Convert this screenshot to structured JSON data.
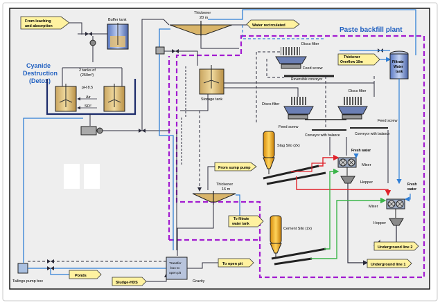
{
  "diagram": {
    "title_plant": "Paste backfill plant",
    "detox_title": [
      "Cyanide",
      "Destruction",
      "(Detox)"
    ],
    "tank_note": [
      "2 tanks of",
      "(250m³)"
    ],
    "ph": "pH 8.5",
    "air": "Air",
    "so2": "SO²",
    "buffer_tank": "Buffer tank",
    "thickener20": [
      "Thickener",
      "20 m"
    ],
    "thickener16": [
      "Thickener",
      "16 m"
    ],
    "storage_tank": "Storage tank",
    "discs_filter": "Discs filter",
    "feed_screw": "Feed screw",
    "reversible_conveyor": "Reversible conveyor",
    "conveyor_balance": "Conveyor with balance",
    "slag_silo": "Slag Silo (2x)",
    "cement_silo": "Cement Silo (2x)",
    "fresh_water": "Fresh water",
    "fresh_water2": [
      "Fresh",
      "water"
    ],
    "mixer": "Mixer",
    "hopper": "Hopper",
    "filtrate_tank": [
      "Filtrate",
      "Water",
      "tank"
    ],
    "tailings_box": "Tailings pump box",
    "gravity": "Gravity",
    "transfer_box": [
      "Transfer",
      "box to",
      "open pit"
    ],
    "tags": {
      "from_leaching": [
        "From leaching",
        "and absorption"
      ],
      "water_recirculated": "Water recirculated",
      "thickener_overflow": [
        "Thickener",
        "Overflow 10m"
      ],
      "from_sump": "From sump pump",
      "to_filtrate": [
        "To filtrate",
        "water tank"
      ],
      "ponds": "Ponds",
      "sludge_hds": "Sludge-HDS",
      "to_open_pit": "To open pit",
      "underground1": "Underground line 1",
      "underground2": "Underground line 2"
    }
  },
  "colors": {
    "pipe_blue": "#2f7fd6",
    "pipe_dark": "#2a2a3a",
    "pipe_red": "#e0232b",
    "pipe_green": "#3bb54a",
    "boundary": "#a21ad0",
    "tag_fill": "#fff2a0",
    "title_blue": "#1f5fc0"
  }
}
